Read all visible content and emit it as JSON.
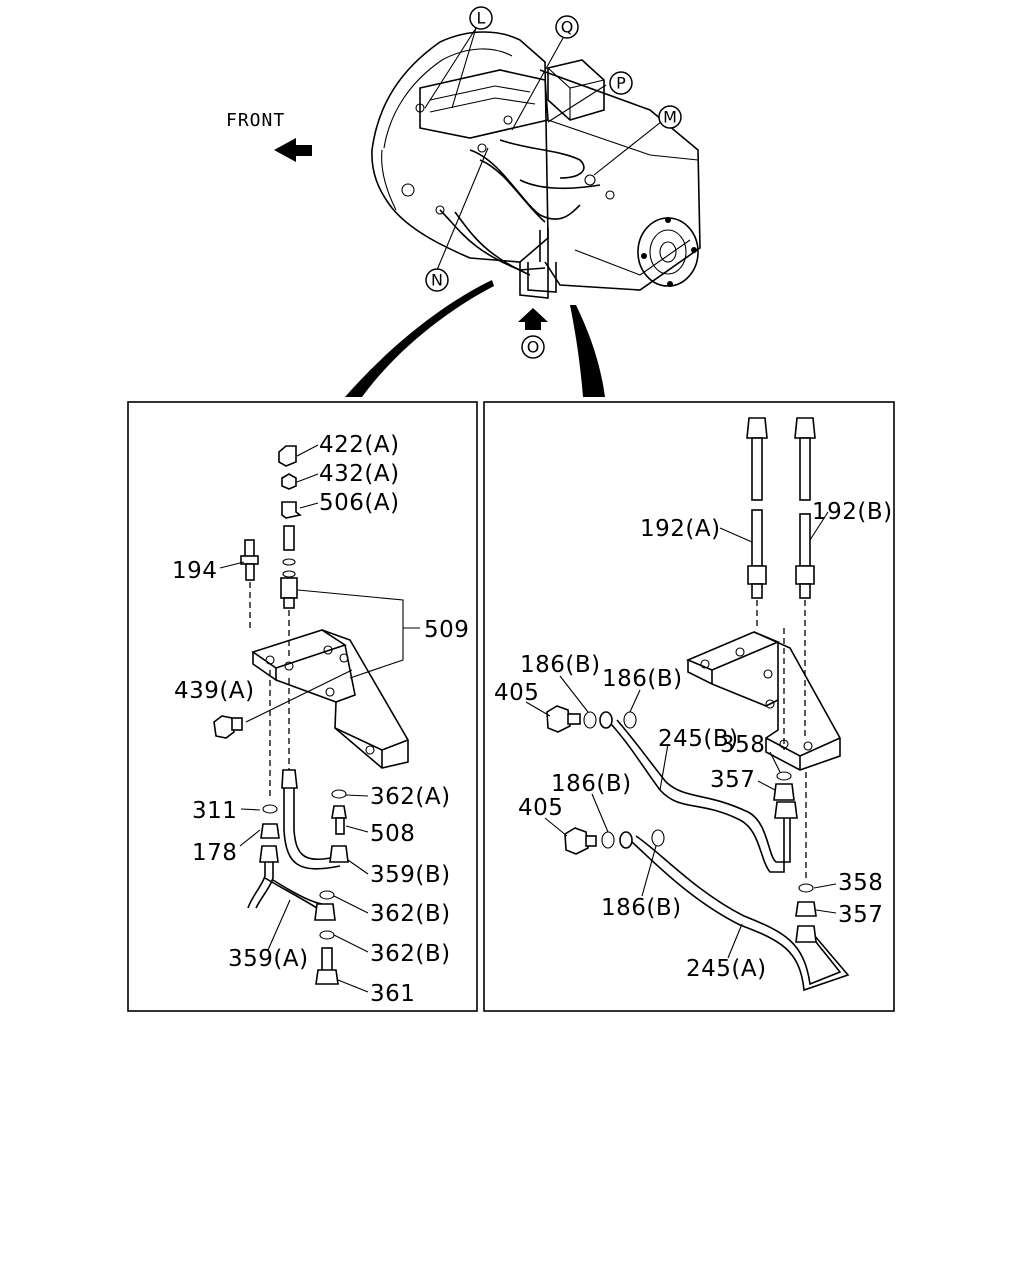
{
  "overview": {
    "front_label": "FRONT",
    "callouts": {
      "L": "L",
      "Q": "Q",
      "P": "P",
      "M": "M",
      "N": "N",
      "O": "O"
    }
  },
  "left_panel": {
    "labels": {
      "p422A": "422(A)",
      "p432A": "432(A)",
      "p506A": "506(A)",
      "p194": "194",
      "p509": "509",
      "p439A": "439(A)",
      "p311": "311",
      "p362A": "362(A)",
      "p508": "508",
      "p178": "178",
      "p359B": "359(B)",
      "p362B_1": "362(B)",
      "p359A": "359(A)",
      "p362B_2": "362(B)",
      "p361": "361"
    }
  },
  "right_panel": {
    "labels": {
      "p192A": "192(A)",
      "p192B": "192(B)",
      "p186B_1": "186(B)",
      "p186B_2": "186(B)",
      "p405_1": "405",
      "p245B": "245(B)",
      "p358_1": "358",
      "p357_1": "357",
      "p186B_3": "186(B)",
      "p405_2": "405",
      "p186B_4": "186(B)",
      "p358_2": "358",
      "p357_2": "357",
      "p245A": "245(A)"
    }
  }
}
